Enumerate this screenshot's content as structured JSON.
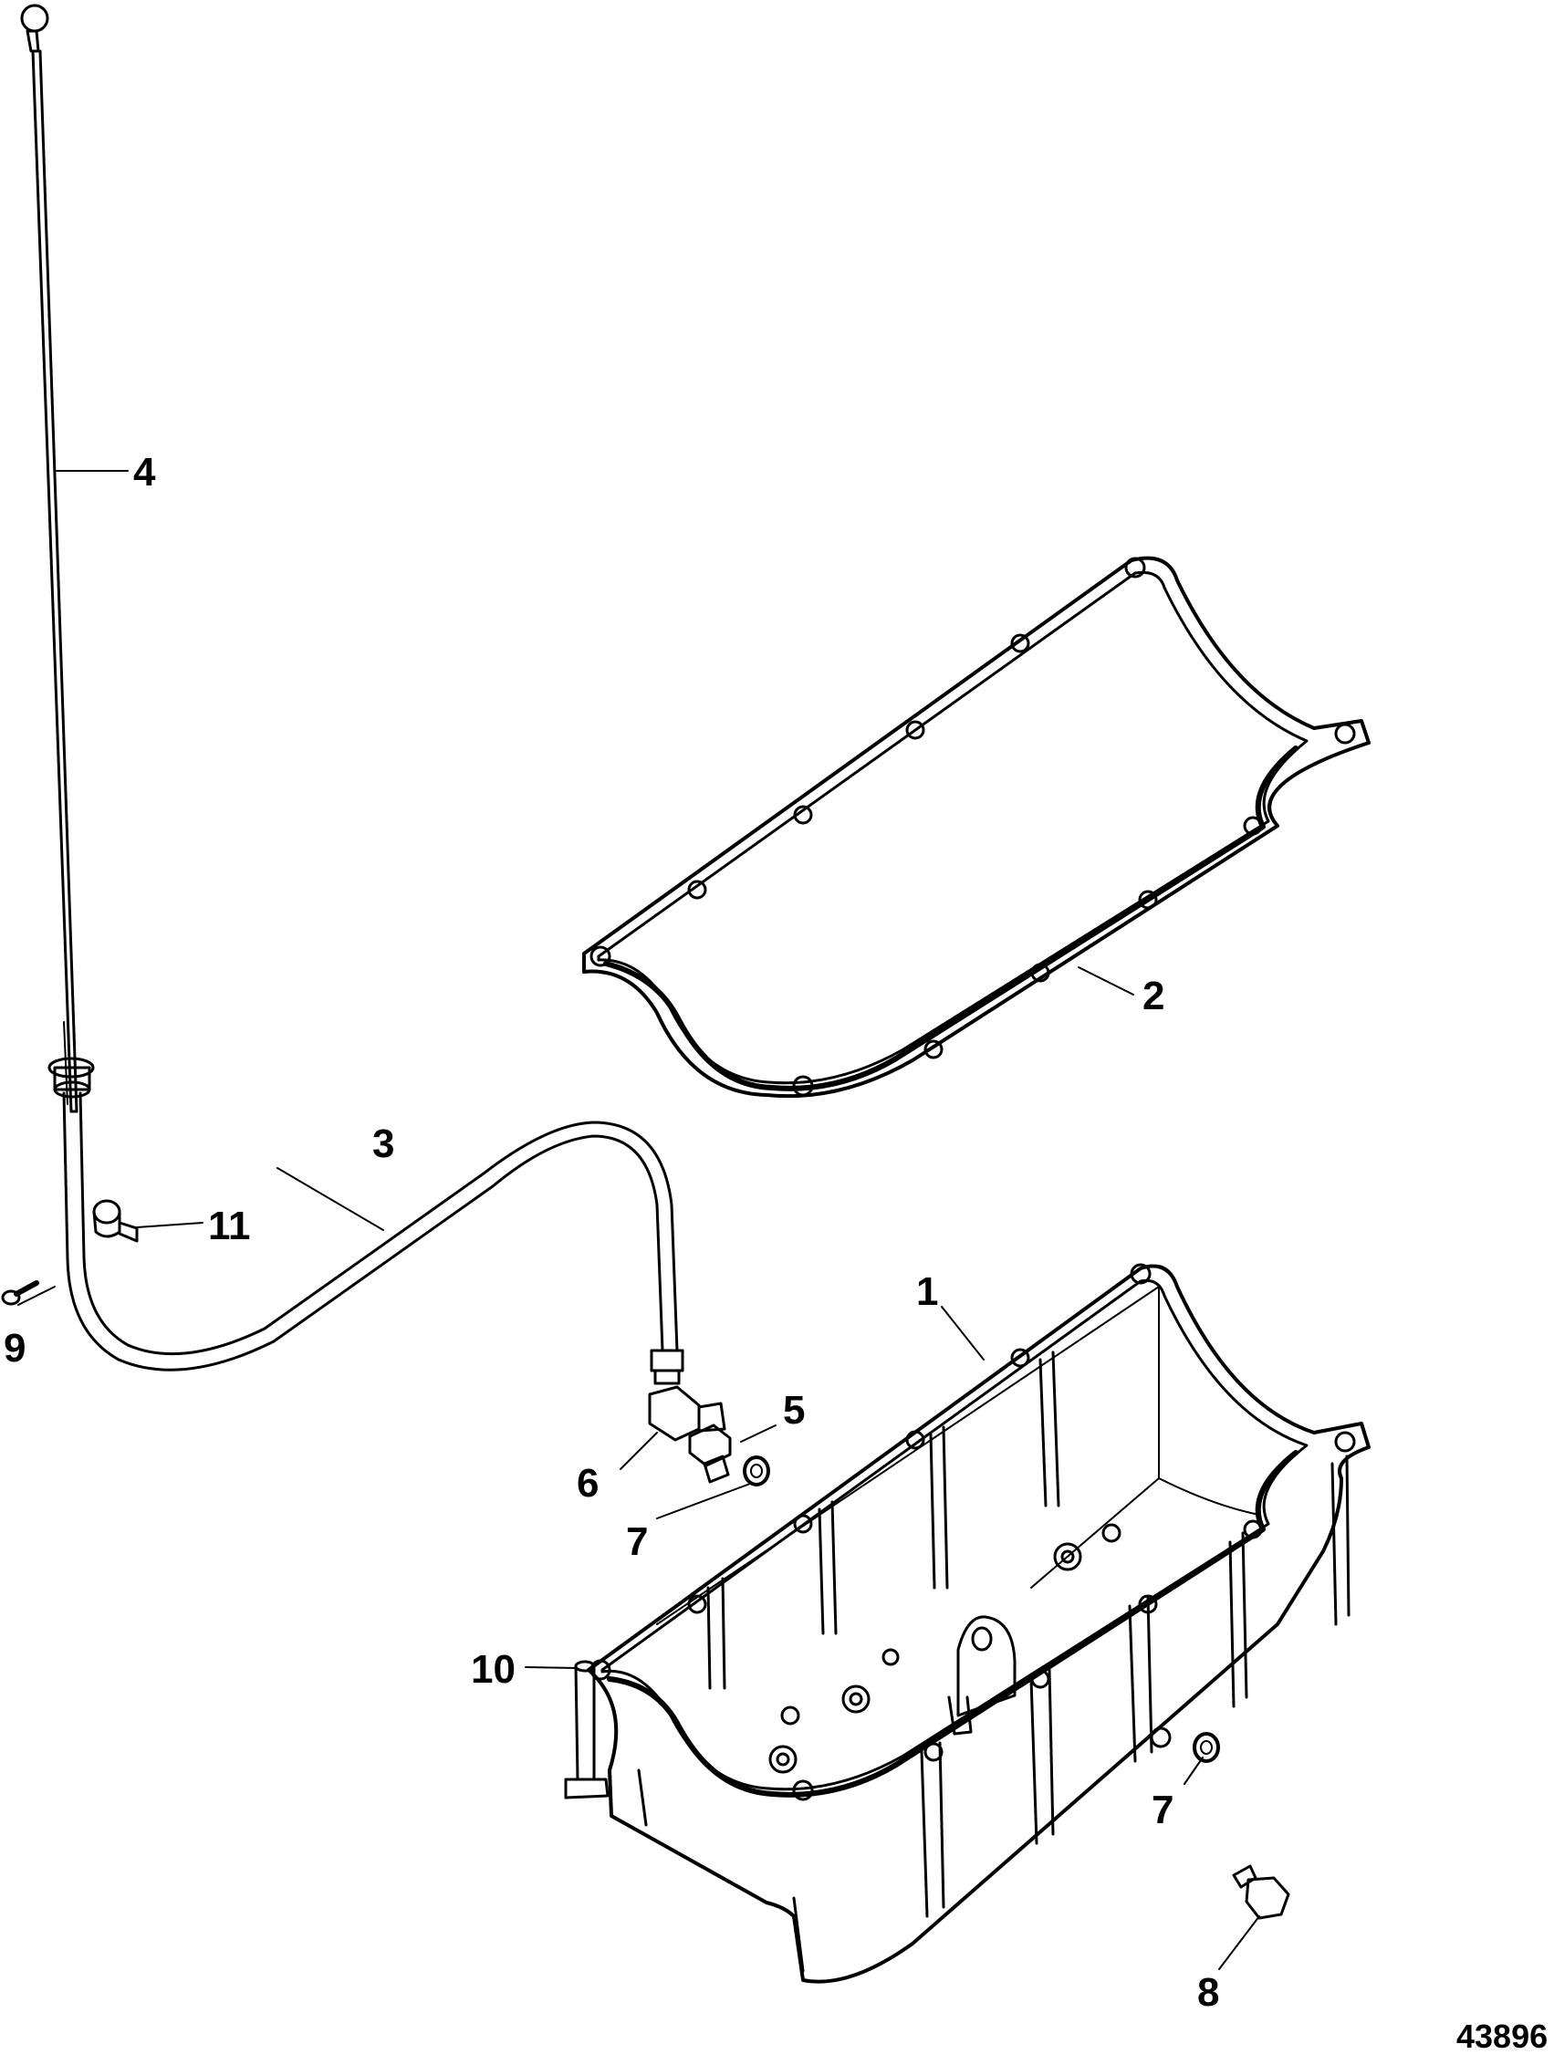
{
  "callouts": {
    "c1": "1",
    "c2": "2",
    "c3": "3",
    "c4": "4",
    "c5": "5",
    "c6": "6",
    "c7a": "7",
    "c7b": "7",
    "c8": "8",
    "c9": "9",
    "c10": "10",
    "c11": "11"
  },
  "figure_number": "43896",
  "colors": {
    "ink": "#000000",
    "paper": "#ffffff"
  }
}
